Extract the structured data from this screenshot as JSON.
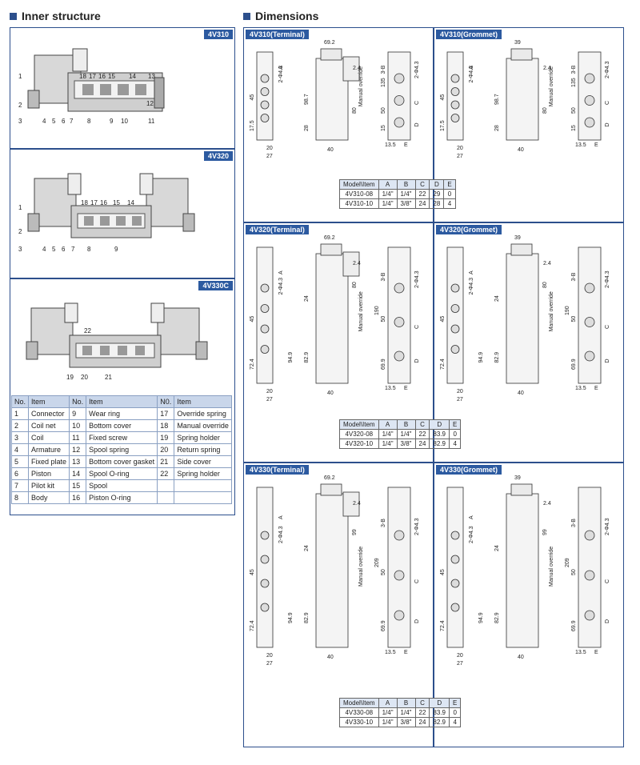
{
  "inner": {
    "title": "Inner structure",
    "tags": [
      "4V310",
      "4V320",
      "4V330C"
    ],
    "callouts_310": [
      "1",
      "2",
      "3",
      "4",
      "5",
      "6",
      "7",
      "8",
      "9",
      "10",
      "11",
      "12",
      "13",
      "14",
      "15",
      "16",
      "17",
      "18"
    ],
    "callouts_320": [
      "1",
      "2",
      "3",
      "4",
      "5",
      "6",
      "7",
      "8",
      "9",
      "14",
      "15",
      "16",
      "17",
      "18"
    ],
    "callouts_330": [
      "22",
      "19",
      "20",
      "21"
    ],
    "parts_headers": [
      "No.",
      "Item",
      "No.",
      "Item",
      "N0.",
      "Item"
    ],
    "parts_rows": [
      [
        "1",
        "Connector",
        "9",
        "Wear ring",
        "17",
        "Override spring"
      ],
      [
        "2",
        "Coil net",
        "10",
        "Bottom cover",
        "18",
        "Manual override"
      ],
      [
        "3",
        "Coil",
        "11",
        "Fixed screw",
        "19",
        "Spring holder"
      ],
      [
        "4",
        "Armature",
        "12",
        "Spool spring",
        "20",
        "Return spring"
      ],
      [
        "5",
        "Fixed plate",
        "13",
        "Bottom cover gasket",
        "21",
        "Side cover"
      ],
      [
        "6",
        "Piston",
        "14",
        "Spool O-ring",
        "22",
        "Spring holder"
      ],
      [
        "7",
        "Pilot kit",
        "15",
        "Spool",
        "",
        ""
      ],
      [
        "8",
        "Body",
        "16",
        "Piston O-ring",
        "",
        ""
      ]
    ]
  },
  "dims": {
    "title": "Dimensions",
    "panels": [
      "4V310(Terminal)",
      "4V310(Grommet)",
      "4V320(Terminal)",
      "4V320(Grommet)",
      "4V330(Terminal)",
      "4V330(Grommet)"
    ],
    "labels": {
      "w692": "69.2",
      "w40": "40",
      "w39": "39",
      "w20": "20",
      "w27": "27",
      "w135": "13.5",
      "h45": "45",
      "h175": "17.5",
      "h987": "98.7",
      "h24": "24",
      "h28": "28",
      "h80": "80",
      "h135": "135",
      "h15": "15",
      "h50": "50",
      "h24b": "2.4",
      "h724": "72.4",
      "h949": "94.9",
      "h829": "82.9",
      "h190": "190",
      "h699": "69.9",
      "h99": "99",
      "h209": "209",
      "phi": "2-Φ4.3",
      "a": "A",
      "b": "3-B",
      "c": "C",
      "d": "D",
      "e": "E",
      "manual": "Manual override"
    },
    "tables": [
      {
        "headers": [
          "Model\\Item",
          "A",
          "B",
          "C",
          "D",
          "E"
        ],
        "rows": [
          [
            "4V310-08",
            "1/4\"",
            "1/4\"",
            "22",
            "29",
            "0"
          ],
          [
            "4V310-10",
            "1/4\"",
            "3/8\"",
            "24",
            "28",
            "4"
          ]
        ]
      },
      {
        "headers": [
          "Model\\Item",
          "A",
          "B",
          "C",
          "D",
          "E"
        ],
        "rows": [
          [
            "4V320-08",
            "1/4\"",
            "1/4\"",
            "22",
            "83.9",
            "0"
          ],
          [
            "4V320-10",
            "1/4\"",
            "3/8\"",
            "24",
            "82.9",
            "4"
          ]
        ]
      },
      {
        "headers": [
          "Model\\Item",
          "A",
          "B",
          "C",
          "D",
          "E"
        ],
        "rows": [
          [
            "4V330-08",
            "1/4\"",
            "1/4\"",
            "22",
            "83.9",
            "0"
          ],
          [
            "4V330-10",
            "1/4\"",
            "3/8\"",
            "24",
            "82.9",
            "4"
          ]
        ]
      }
    ]
  }
}
